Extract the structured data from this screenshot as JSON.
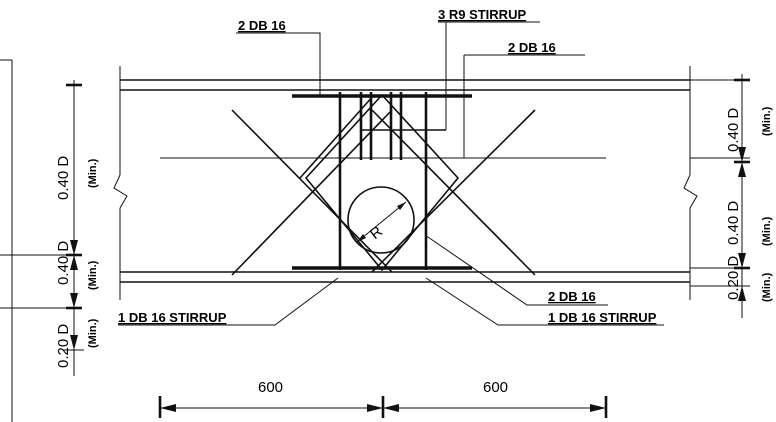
{
  "labels": {
    "top_left_bar": "2 DB 16",
    "stirrup_r9": "3 R9 STIRRUP",
    "top_right_bar": "2 DB 16",
    "bottom_right_bar": "2 DB 16",
    "stirrup_left": "1 DB 16 STIRRUP",
    "stirrup_right": "1 DB 16 STIRRUP",
    "opening_radius": "R"
  },
  "dimensions": {
    "left_span": "600",
    "right_span": "600",
    "depth_upper": "0.40 D",
    "depth_middle": "0.40 D",
    "depth_lower": "0.20 D",
    "min_note": "(Min.)"
  }
}
